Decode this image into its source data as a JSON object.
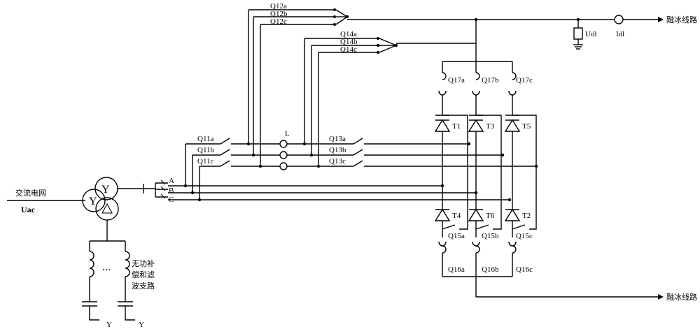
{
  "labels": {
    "ac_grid": "交流电网",
    "uac": "Uac",
    "compensation_l1": "无功补",
    "compensation_l2": "偿和滤",
    "compensation_l3": "波支路",
    "ellipsis": "···",
    "ground_y1": "Y",
    "ground_y2": "Y",
    "transformer_y_top": "Y",
    "transformer_y_left": "Y",
    "phase_a": "A",
    "phase_b": "B",
    "phase_c": "C",
    "inductor": "L",
    "udl": "Udl",
    "idl": "Idl",
    "line_top": "融冰线路",
    "line_bottom": "融冰线路"
  },
  "switches": {
    "q11": [
      "Q11a",
      "Q11b",
      "Q11c"
    ],
    "q12": [
      "Q12a",
      "Q12b",
      "Q12c"
    ],
    "q13": [
      "Q13a",
      "Q13b",
      "Q13c"
    ],
    "q14": [
      "Q14a",
      "Q14b",
      "Q14c"
    ],
    "q15": [
      "Q15a",
      "Q15b",
      "Q15c"
    ],
    "q16": [
      "Q16a",
      "Q16b",
      "Q16c"
    ],
    "q17": [
      "Q17a",
      "Q17b",
      "Q17c"
    ]
  },
  "thyristors": {
    "upper": [
      "T1",
      "T3",
      "T5"
    ],
    "lower": [
      "T4",
      "T6",
      "T2"
    ]
  }
}
